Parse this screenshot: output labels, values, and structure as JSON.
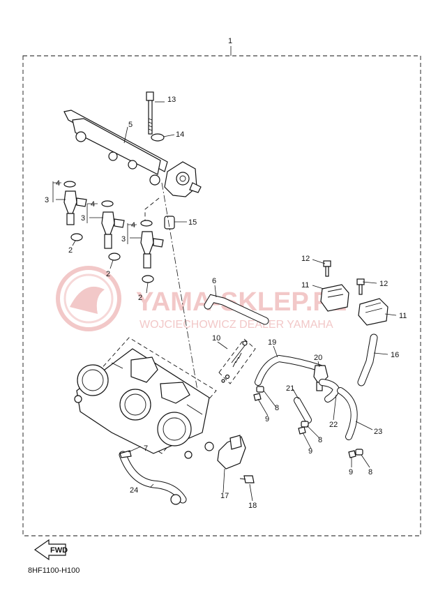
{
  "watermark": {
    "main": "YAMA-SKLEP.PL",
    "sub": "WOJCIECHOWICZ DEALER YAMAHA"
  },
  "diagram_code": "8HF1100-H100",
  "fwd_label": "FWD",
  "callouts": [
    "1",
    "2",
    "2",
    "2",
    "3",
    "3",
    "3",
    "4",
    "4",
    "4",
    "5",
    "6",
    "7",
    "8",
    "8",
    "8",
    "9",
    "9",
    "9",
    "10",
    "11",
    "11",
    "12",
    "12",
    "13",
    "14",
    "15",
    "16",
    "17",
    "18",
    "19",
    "20",
    "21",
    "22",
    "23",
    "24"
  ]
}
